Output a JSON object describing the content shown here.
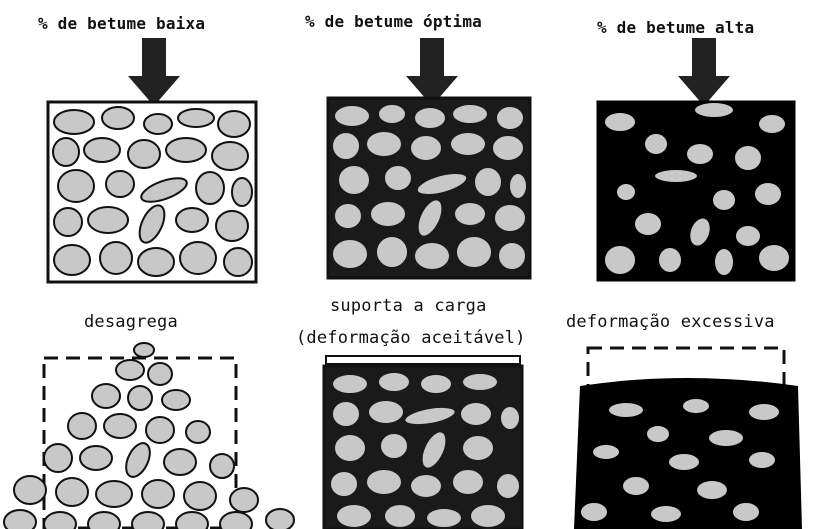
{
  "top_labels": {
    "low": "% de betume baixa",
    "optimal": "% de betume óptima",
    "high": "% de betume alta"
  },
  "bottom_labels": {
    "low": "desagrega",
    "optimal_line1": "suporta a carga",
    "optimal_line2": "(deformação aceitável)",
    "high": "deformação excessiva"
  },
  "colors": {
    "aggregate": "#c8c8c8",
    "binder_low": "#ffffff",
    "binder_optimal": "#1a1a1a",
    "binder_high": "#000000",
    "outline": "#111111"
  }
}
